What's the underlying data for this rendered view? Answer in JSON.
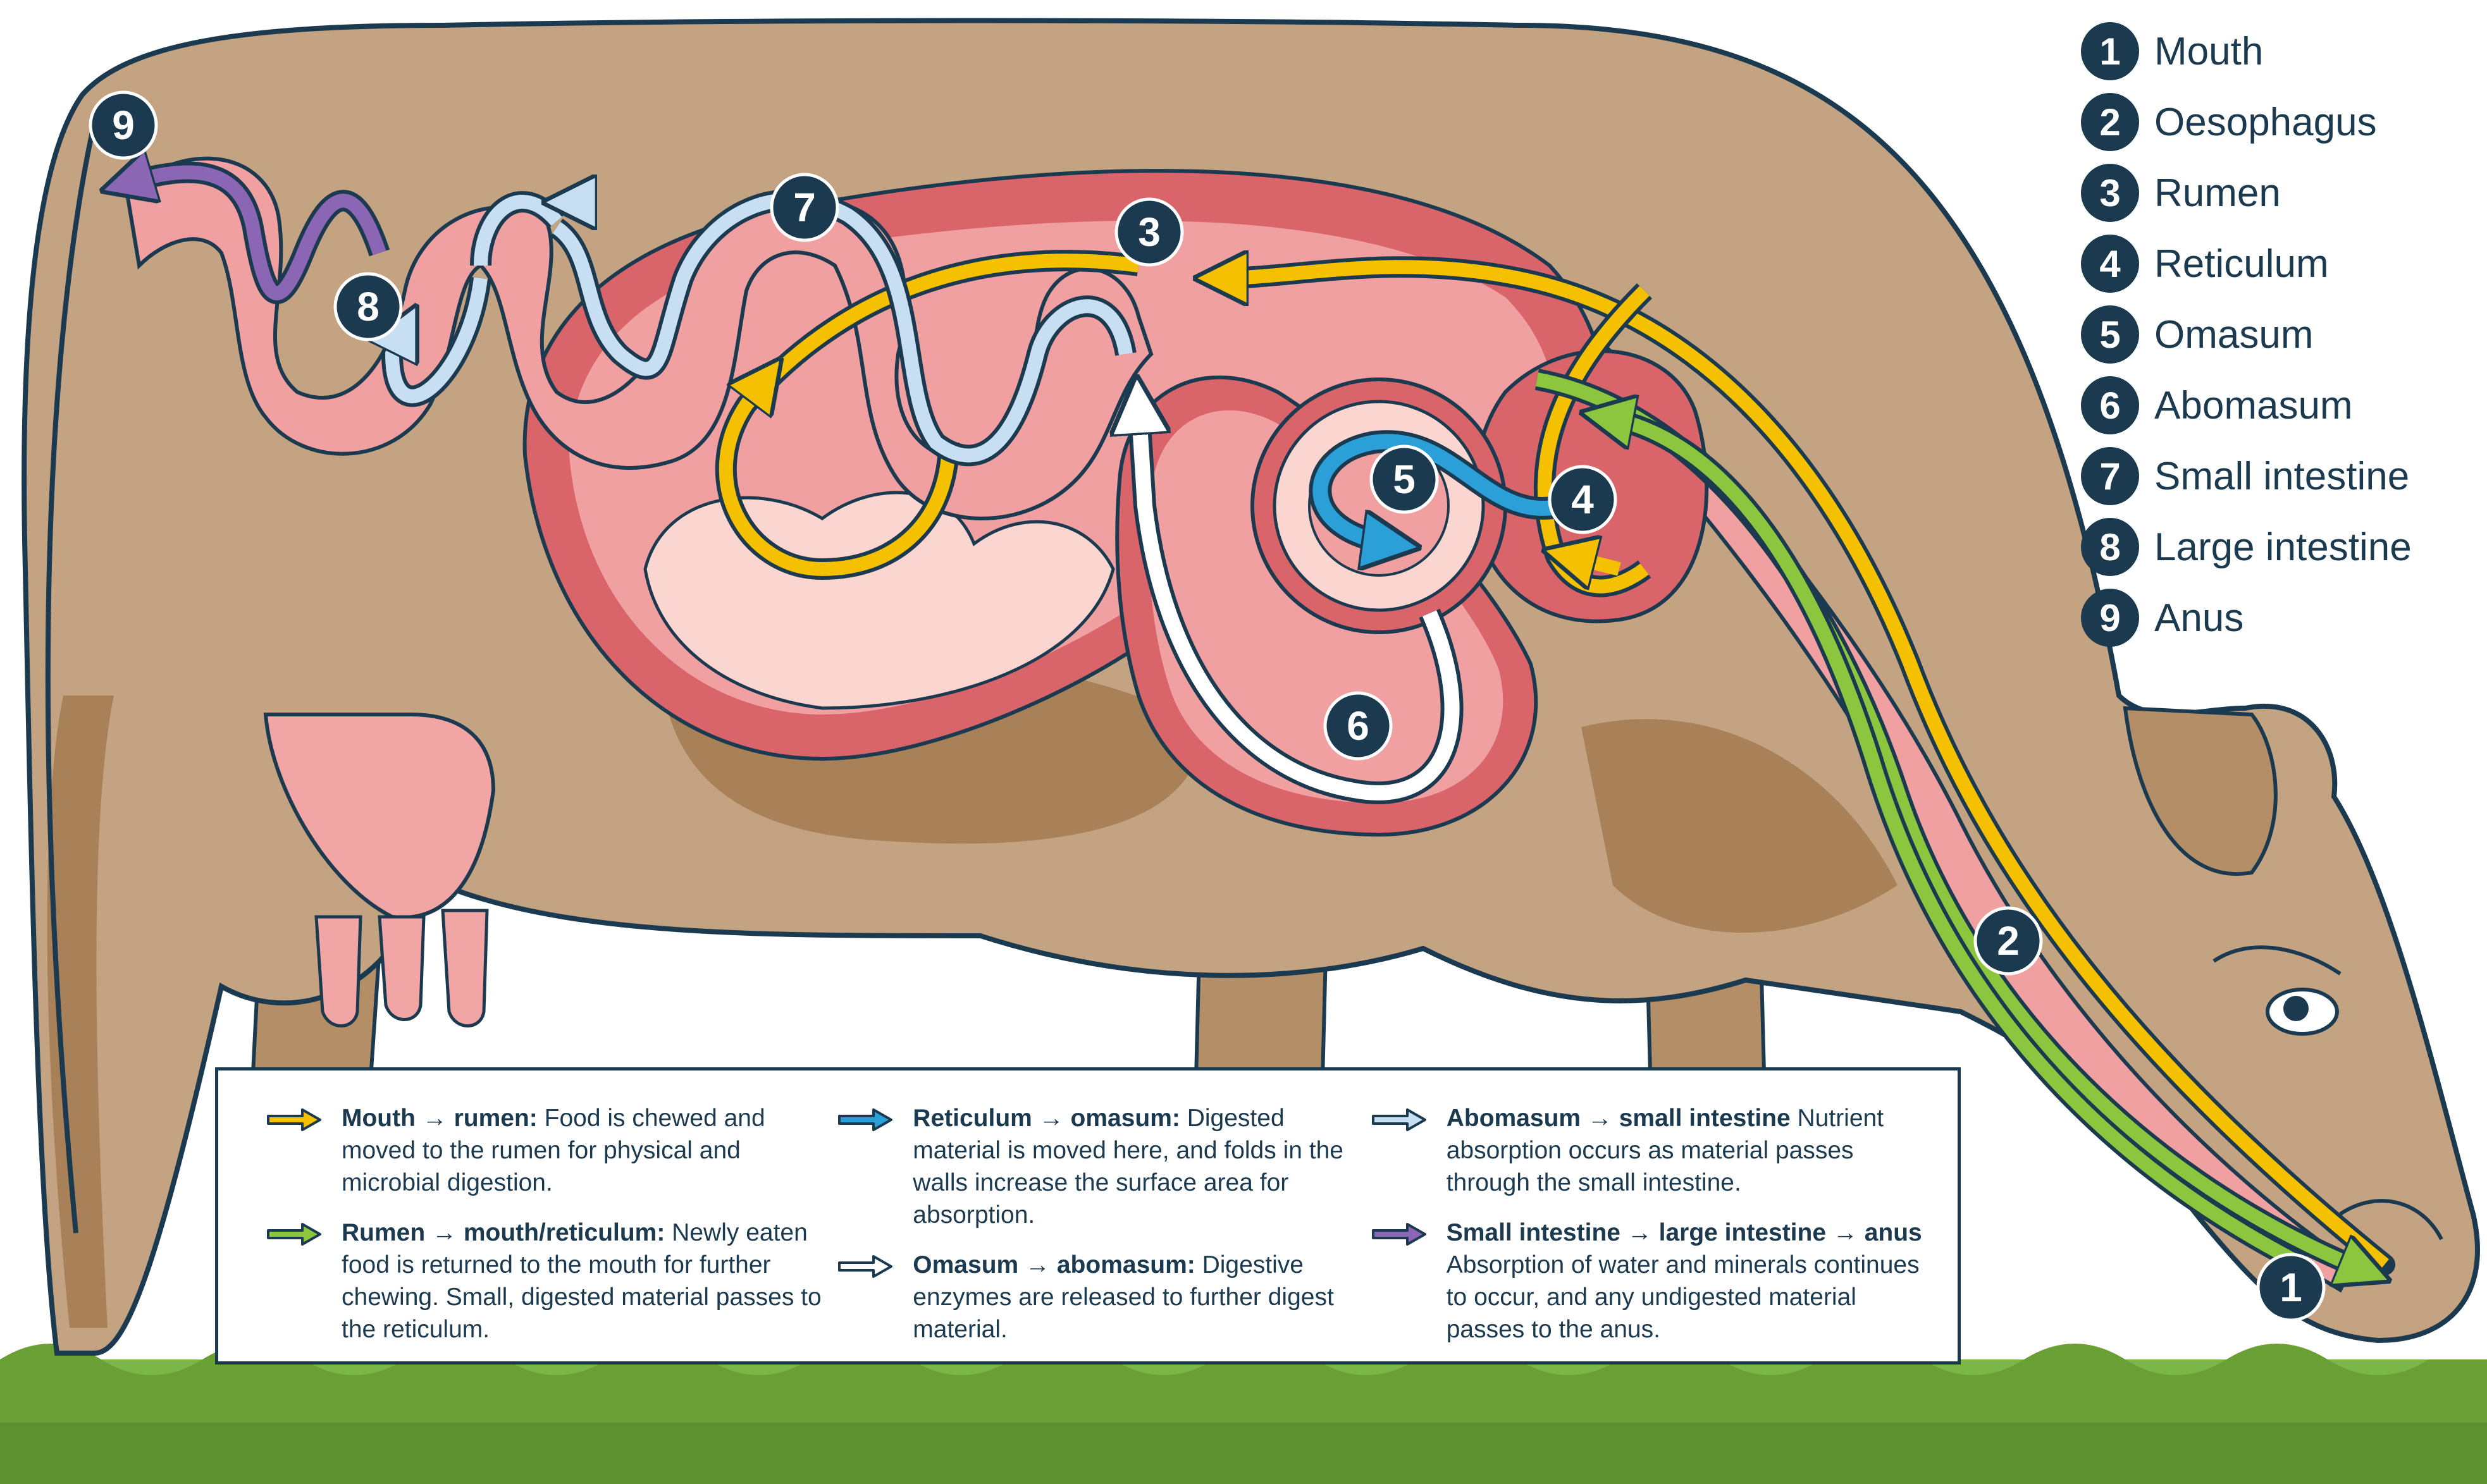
{
  "legend": {
    "items": [
      {
        "num": "1",
        "label": "Mouth"
      },
      {
        "num": "2",
        "label": "Oesophagus"
      },
      {
        "num": "3",
        "label": "Rumen"
      },
      {
        "num": "4",
        "label": "Reticulum"
      },
      {
        "num": "5",
        "label": "Omasum"
      },
      {
        "num": "6",
        "label": "Abomasum"
      },
      {
        "num": "7",
        "label": "Small intestine"
      },
      {
        "num": "8",
        "label": "Large intestine"
      },
      {
        "num": "9",
        "label": "Anus"
      }
    ]
  },
  "info": {
    "entries": [
      {
        "color": "#f5c000",
        "title": "Mouth → rumen:",
        "text": " Food is chewed and moved to the rumen for physical and microbial digestion."
      },
      {
        "color": "#8cc63f",
        "title": "Rumen → mouth/reticulum:",
        "text": " Newly eaten food is returned to the mouth for further chewing. Small, digested material passes to the reticulum."
      },
      {
        "color": "#2a9fd8",
        "title": "Reticulum → omasum:",
        "text": " Digested material is moved here, and folds in the walls increase the surface area for absorption."
      },
      {
        "color": "#ffffff",
        "title": "Omasum → abomasum:",
        "text": " Digestive enzymes are released to further digest material."
      },
      {
        "color": "#c8def2",
        "title": "Abomasum → small intestine",
        "text": " Nutrient absorption occurs as material passes through the small intestine."
      },
      {
        "color": "#8a66b5",
        "title": "Small intestine → large intestine → anus",
        "text": " Absorption of water and minerals continues to occur, and any undigested material passes to the anus."
      }
    ]
  },
  "badges": {
    "mouth": "1",
    "oesophagus": "2",
    "rumen": "3",
    "reticulum": "4",
    "omasum": "5",
    "abomasum": "6",
    "small_intestine": "7",
    "large_intestine": "8",
    "anus": "9"
  },
  "colors": {
    "navy": "#1b3a4f",
    "cow_body": "#c4a383",
    "cow_dark": "#a88159",
    "organ_dark": "#d9646a",
    "organ_mid": "#f0a0a0",
    "organ_light": "#fbd6d0",
    "yellow": "#f5c000",
    "green": "#8cc63f",
    "blue": "#2a9fd8",
    "white": "#ffffff",
    "light_blue": "#c8def2",
    "purple": "#8a66b5",
    "grass": "#6fa23a"
  }
}
